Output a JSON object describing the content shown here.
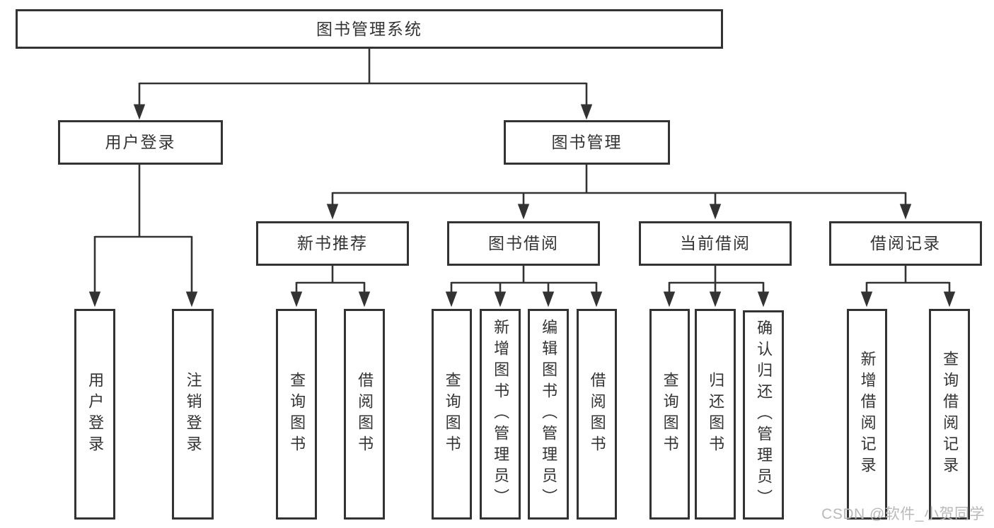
{
  "diagram": {
    "type": "tree",
    "title": "图书管理系统",
    "line_color": "#333333",
    "box_border_color": "#333333",
    "text_color": "#333333",
    "background_color": "#ffffff",
    "nodes": {
      "root": "图书管理系统",
      "user_login": "用户登录",
      "book_management": "图书管理",
      "ul_user_login": "用户登录",
      "ul_logout": "注销登录",
      "new_book_recommend": "新书推荐",
      "book_borrowing": "图书借阅",
      "current_borrowing": "当前借阅",
      "borrowing_records": "借阅记录",
      "nbr_query_book": "查询图书",
      "nbr_borrow_book": "借阅图书",
      "bb_query_book": "查询图书",
      "bb_add_book": "新增图书（管理员）",
      "bb_edit_book": "编辑图书（管理员）",
      "bb_borrow_book": "借阅图书",
      "cb_query_book": "查询图书",
      "cb_return_book": "归还图书",
      "cb_confirm_return": "确认归还（管理员）",
      "br_add_record": "新增借阅记录",
      "br_query_record": "查询借阅记录"
    },
    "edges": [
      [
        "root",
        "user_login"
      ],
      [
        "root",
        "book_management"
      ],
      [
        "user_login",
        "ul_user_login"
      ],
      [
        "user_login",
        "ul_logout"
      ],
      [
        "book_management",
        "new_book_recommend"
      ],
      [
        "book_management",
        "book_borrowing"
      ],
      [
        "book_management",
        "current_borrowing"
      ],
      [
        "book_management",
        "borrowing_records"
      ],
      [
        "new_book_recommend",
        "nbr_query_book"
      ],
      [
        "new_book_recommend",
        "nbr_borrow_book"
      ],
      [
        "book_borrowing",
        "bb_query_book"
      ],
      [
        "book_borrowing",
        "bb_add_book"
      ],
      [
        "book_borrowing",
        "bb_edit_book"
      ],
      [
        "book_borrowing",
        "bb_borrow_book"
      ],
      [
        "current_borrowing",
        "cb_query_book"
      ],
      [
        "current_borrowing",
        "cb_return_book"
      ],
      [
        "current_borrowing",
        "cb_confirm_return"
      ],
      [
        "borrowing_records",
        "br_add_record"
      ],
      [
        "borrowing_records",
        "br_query_record"
      ]
    ]
  },
  "watermark": {
    "text": "CSDN @软件_小贺同学",
    "color": "#b9b9b9"
  }
}
